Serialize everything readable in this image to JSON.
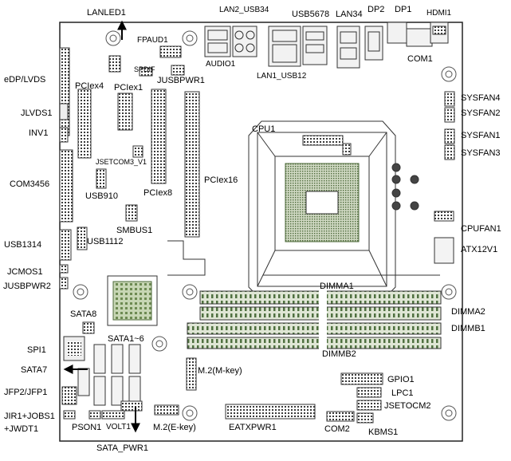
{
  "labels": {
    "lanled1": "LANLED1",
    "lan2_usb34": "LAN2_USB34",
    "usb5678": "USB5678",
    "lan34": "LAN34",
    "dp2": "DP2",
    "dp1": "DP1",
    "hdmi1": "HDMI1",
    "fpaud1": "FPAUD1",
    "audio1": "AUDIO1",
    "com1": "COM1",
    "spdif": "SPDIF",
    "jusbpwr1": "JUSBPWR1",
    "lan1_usb12": "LAN1_USB12",
    "edp_lvds": "eDP/LVDS",
    "pciex4": "PCIex4",
    "pciex1": "PCIex1",
    "sysfan4": "SYSFAN4",
    "sysfan2": "SYSFAN2",
    "jlvds1": "JLVDS1",
    "inv1": "INV1",
    "cpu1": "CPU1",
    "sysfan1": "SYSFAN1",
    "sysfan3": "SYSFAN3",
    "jsetcom3_v1": "JSETCOM3_V1",
    "com3456": "COM3456",
    "usb910": "USB910",
    "pciex8": "PCIex8",
    "pciex16": "PCIex16",
    "smbus1": "SMBUS1",
    "cpufan1": "CPUFAN1",
    "usb1314": "USB1314",
    "usb1112": "USB1112",
    "atx12v1": "ATX12V1",
    "jcmos1": "JCMOS1",
    "jusbpwr2": "JUSBPWR2",
    "dimma1": "DIMMA1",
    "sata8": "SATA8",
    "dimma2": "DIMMA2",
    "dimmb1": "DIMMB1",
    "sata1_6": "SATA1~6",
    "spi1": "SPI1",
    "dimmb2": "DIMMB2",
    "sata7": "SATA7",
    "m2_mkey": "M.2(M-key)",
    "jfp2_jfp1": "JFP2/JFP1",
    "gpio1": "GPIO1",
    "lpc1": "LPC1",
    "jsetocm2": "JSETOCM2",
    "jir1_jobs1": "JIR1+JOBS1",
    "jwdt1": "+JWDT1",
    "pson1": "PSON1",
    "volt1": "VOLT1",
    "m2_ekey": "M.2(E-key)",
    "eatxpwr1": "EATXPWR1",
    "com2": "COM2",
    "kbms1": "KBMS1",
    "sata_pwr1": "SATA_PWR1"
  }
}
